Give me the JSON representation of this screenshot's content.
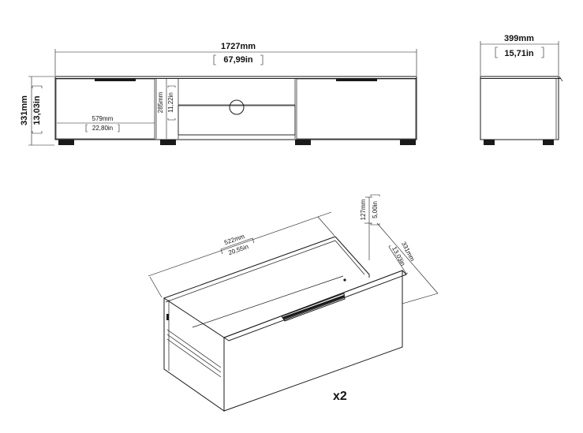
{
  "front_view": {
    "width_mm": "1727mm",
    "width_in": "67,99in",
    "height_mm": "331mm",
    "height_in": "13,03in",
    "inner_height_mm": "285mm",
    "inner_height_in": "11,22in",
    "compartment_width_mm": "579mm",
    "compartment_width_in": "22,80in"
  },
  "side_view": {
    "depth_mm": "399mm",
    "depth_in": "15,71in"
  },
  "drawer": {
    "width_mm": "522mm",
    "width_in": "20,55in",
    "height_mm": "127mm",
    "height_in": "5,00in",
    "depth_mm": "331mm",
    "depth_in": "13,03in",
    "quantity": "x2"
  }
}
